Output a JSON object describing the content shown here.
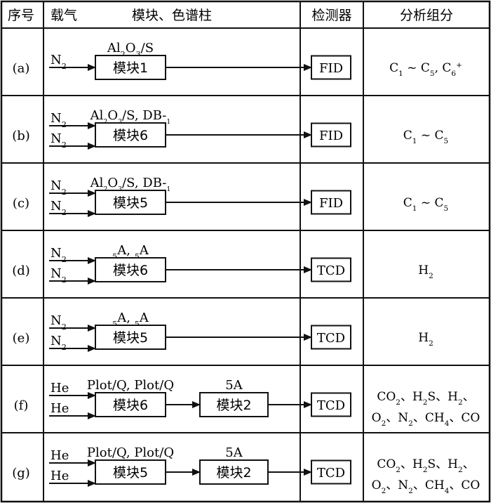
{
  "table": {
    "headers": {
      "seq": "序号",
      "carrier": "载气",
      "module": "模块、色谱柱",
      "detector": "检测器",
      "components": "分析组分"
    },
    "rows": [
      {
        "label": "(a)",
        "gases": [
          "N2"
        ],
        "column1": "Al2O3/S",
        "module1": "模块1",
        "column2": "",
        "module2": "",
        "detector": "FID",
        "components": [
          "C1 ~ C5, C6+"
        ]
      },
      {
        "label": "(b)",
        "gases": [
          "N2",
          "N2"
        ],
        "column1": "Al2O3/S, DB-1",
        "module1": "模块6",
        "column2": "",
        "module2": "",
        "detector": "FID",
        "components": [
          "C1 ~ C5"
        ]
      },
      {
        "label": "(c)",
        "gases": [
          "N2",
          "N2"
        ],
        "column1": "Al2O3/S, DB-1",
        "module1": "模块5",
        "column2": "",
        "module2": "",
        "detector": "FID",
        "components": [
          "C1 ~ C5"
        ]
      },
      {
        "label": "(d)",
        "gases": [
          "N2",
          "N2"
        ],
        "column1": "5A, 5A",
        "module1": "模块6",
        "column2": "",
        "module2": "",
        "detector": "TCD",
        "components": [
          "H2"
        ]
      },
      {
        "label": "(e)",
        "gases": [
          "N2",
          "N2"
        ],
        "column1": "5A, 5A",
        "module1": "模块5",
        "column2": "",
        "module2": "",
        "detector": "TCD",
        "components": [
          "H2"
        ]
      },
      {
        "label": "(f)",
        "gases": [
          "He",
          "He"
        ],
        "column1": "Plot/Q, Plot/Q",
        "module1": "模块6",
        "column2": "5A",
        "module2": "模块2",
        "detector": "TCD",
        "components": [
          "CO2、H2S、H2、",
          "O2、N2、CH4、CO"
        ]
      },
      {
        "label": "(g)",
        "gases": [
          "He",
          "He"
        ],
        "column1": "Plot/Q, Plot/Q",
        "module1": "模块5",
        "column2": "5A",
        "module2": "模块2",
        "detector": "TCD",
        "components": [
          "CO2、H2S、H2、",
          "O2、N2、CH4、CO"
        ]
      }
    ]
  }
}
